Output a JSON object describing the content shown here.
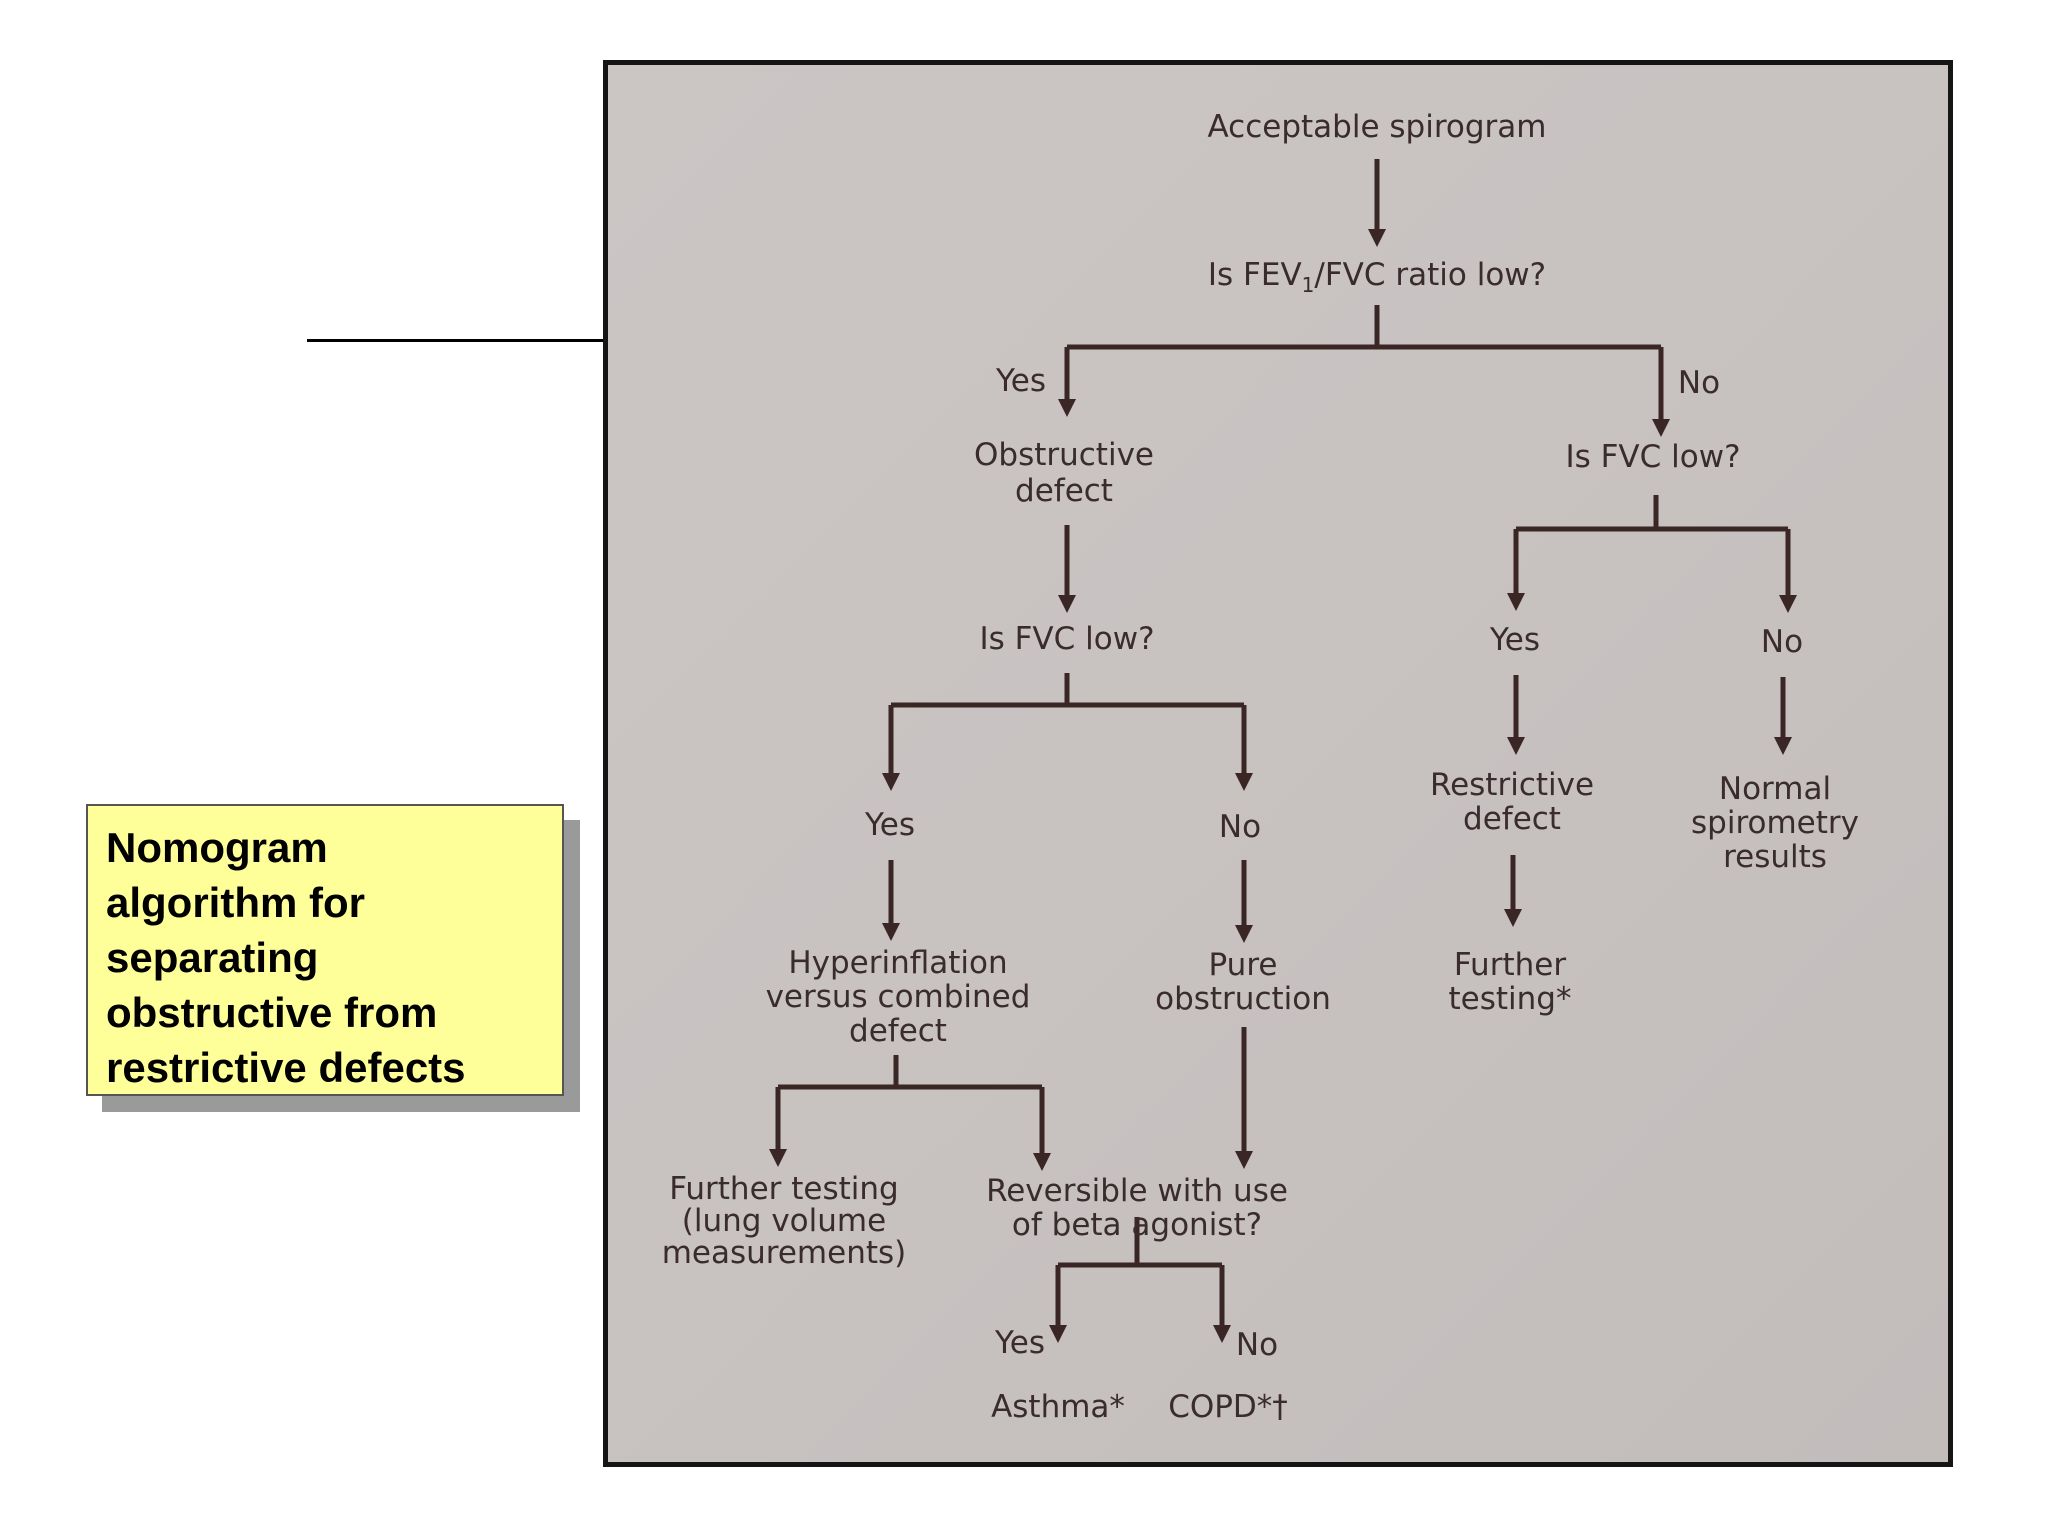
{
  "caption": {
    "lines": [
      "Nomogram",
      "algorithm for",
      "separating",
      "obstructive from",
      "restrictive defects"
    ],
    "background_color": "#ffff99"
  },
  "flowchart": {
    "start": "Acceptable spirogram",
    "q_ratio": {
      "pre": "Is FEV",
      "sub": "1",
      "post": "/FVC ratio low?"
    },
    "yes": "Yes",
    "no": "No",
    "obstructive_defect": [
      "Obstructive",
      "defect"
    ],
    "q_fvc_low": "Is FVC low?",
    "hyperinflation": [
      "Hyperinflation",
      "versus combined",
      "defect"
    ],
    "pure_obstruction": [
      "Pure",
      "obstruction"
    ],
    "further_testing_lung": [
      "Further testing",
      "(lung volume",
      "measurements)"
    ],
    "reversible": [
      "Reversible with use",
      "of beta agonist?"
    ],
    "asthma": "Asthma*",
    "copd": "COPD*†",
    "restrictive_defect": [
      "Restrictive",
      "defect"
    ],
    "normal": [
      "Normal",
      "spirometry",
      "results"
    ],
    "further_testing": [
      "Further",
      "testing*"
    ],
    "colors": {
      "ink": "#3a2624",
      "paper": "#c8c2c1",
      "border": "#151515"
    }
  }
}
